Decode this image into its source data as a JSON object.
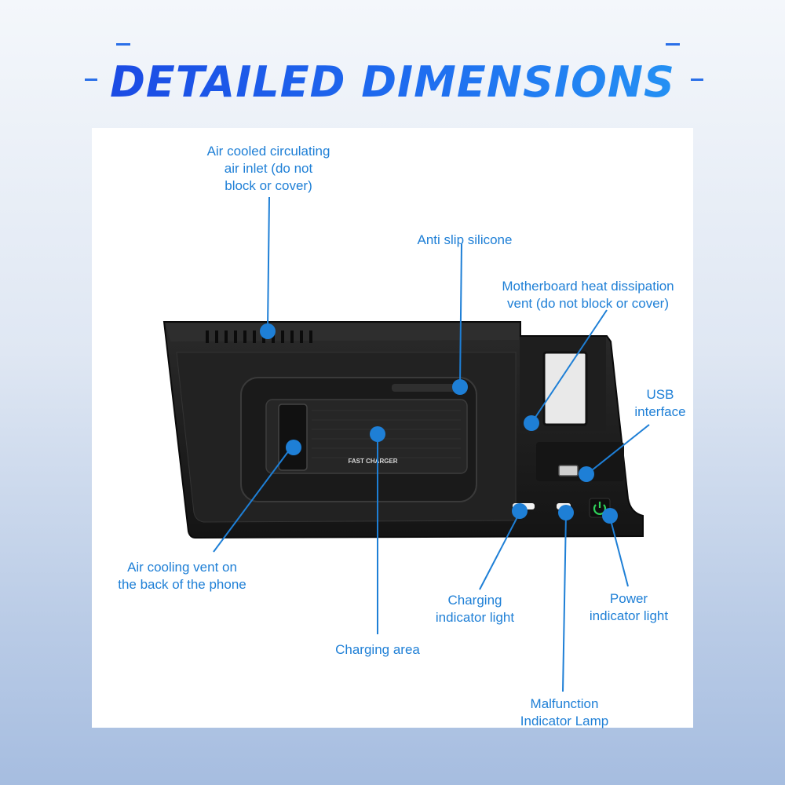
{
  "title": "DETAILED DIMENSIONS",
  "device_text": {
    "pad": "FAST CHARGER"
  },
  "callouts": {
    "air_inlet": "Air cooled circulating\nair inlet (do not\nblock or cover)",
    "anti_slip": "Anti slip silicone",
    "motherboard_vent": "Motherboard heat dissipation\nvent (do not block or cover)",
    "usb": "USB\ninterface",
    "air_cooling_back": "Air cooling vent on\nthe back of the phone",
    "charging_area": "Charging area",
    "charging_light": "Charging\nindicator light",
    "power_light": "Power\nindicator light",
    "malfunction": "Malfunction\nIndicator Lamp"
  },
  "colors": {
    "accent": "#1e7fd6",
    "title_start": "#1a3fe0",
    "title_end": "#27a0f5",
    "device": "#1b1b1b",
    "power_button": "#2fd35a"
  }
}
